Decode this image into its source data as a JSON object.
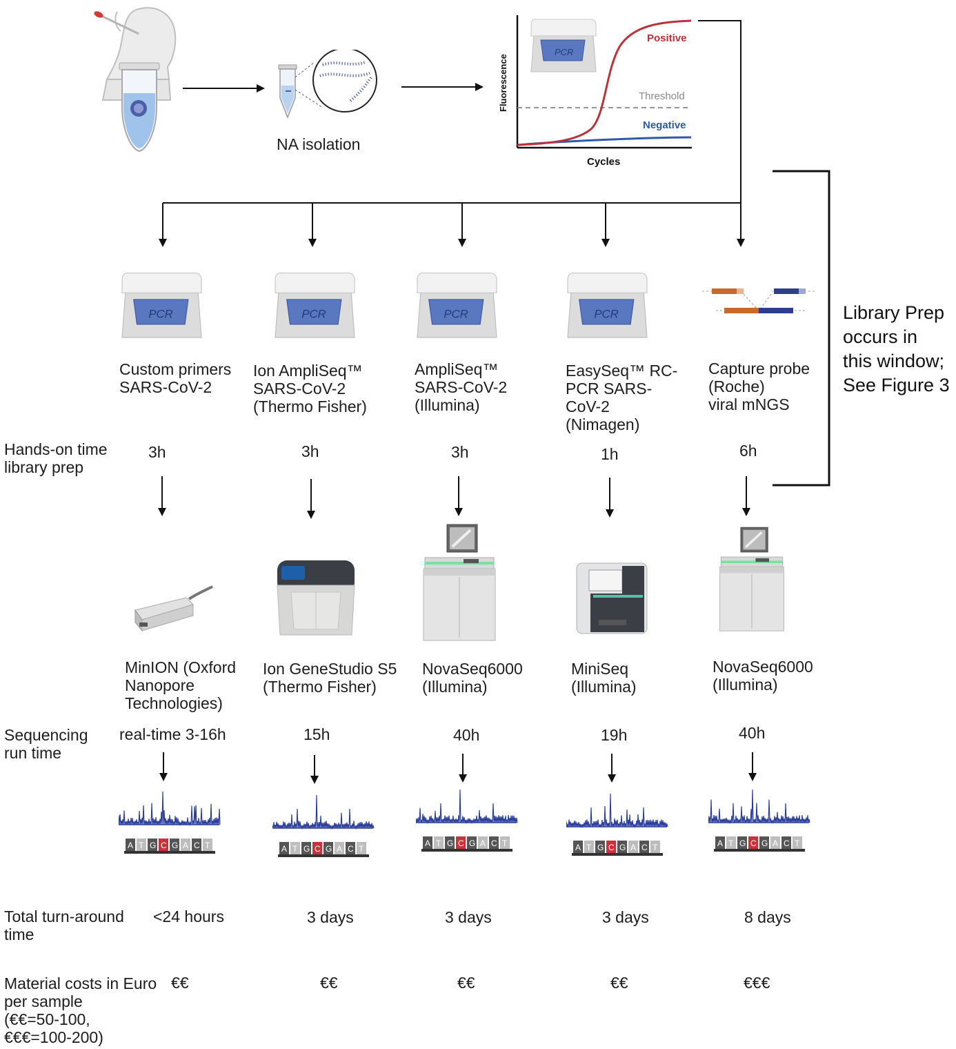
{
  "top": {
    "na_isolation": "NA isolation",
    "qpcr": {
      "y_label": "Fluorescence",
      "x_label": "Cycles",
      "positive": "Positive",
      "threshold": "Threshold",
      "negative": "Negative",
      "device_label": "PCR"
    }
  },
  "side_note": "Library Prep\noccurs in\nthis window;\nSee Figure 3",
  "row_labels": {
    "hands_on": "Hands-on time\nlibrary prep",
    "sequencing": "Sequencing\nrun time",
    "turnaround": "Total turn-around\ntime",
    "costs": "Material costs in Euro\nper sample\n(€€=50-100,\n€€€=100-200)"
  },
  "pcr_icon_label": "PCR",
  "workflows": [
    {
      "prep": "Custom primers\nSARS-CoV-2",
      "hands_on": "3h",
      "sequencer": "MinION (Oxford\nNanopore\nTechnologies)",
      "run_time": "real-time 3-16h",
      "turnaround": "<24 hours",
      "cost": "€€"
    },
    {
      "prep": "Ion AmpliSeq™\nSARS-CoV-2\n(Thermo Fisher)",
      "hands_on": "3h",
      "sequencer": "Ion GeneStudio S5\n(Thermo Fisher)",
      "run_time": "15h",
      "turnaround": "3 days",
      "cost": "€€"
    },
    {
      "prep": "AmpliSeq™\nSARS-CoV-2\n(Illumina)",
      "hands_on": "3h",
      "sequencer": "NovaSeq6000\n(Illumina)",
      "run_time": "40h",
      "turnaround": "3 days",
      "cost": "€€"
    },
    {
      "prep": "EasySeq™ RC-\nPCR SARS-\nCoV-2\n(Nimagen)",
      "hands_on": "1h",
      "sequencer": "MiniSeq\n(Illumina)",
      "run_time": "19h",
      "turnaround": "3 days",
      "cost": "€€"
    },
    {
      "prep": "Capture probe\n(Roche)\nviral mNGS",
      "hands_on": "6h",
      "sequencer": "NovaSeq6000\n(Illumina)",
      "run_time": "40h",
      "turnaround": "8 days",
      "cost": "€€€"
    }
  ],
  "sequence_letters": [
    "A",
    "T",
    "G",
    "C",
    "G",
    "A",
    "C",
    "T"
  ],
  "colors": {
    "positive": "#b8343a",
    "negative": "#2c5aa8",
    "threshold": "#888888",
    "pcr_screen": "#5a78c0",
    "trace": "#2b3f9a",
    "highlight_base": "#c8323a"
  }
}
